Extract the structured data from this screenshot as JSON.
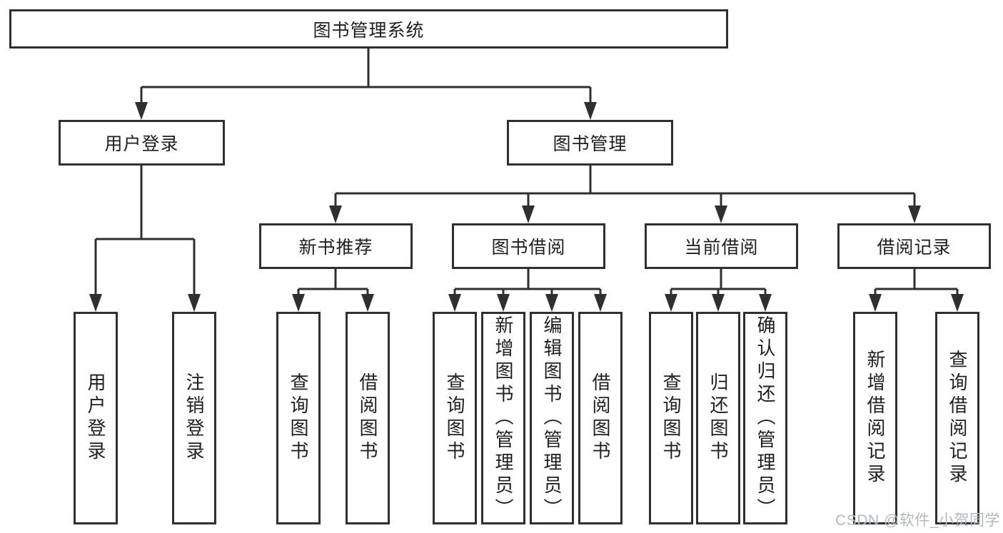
{
  "nodes": {
    "root": "图书管理系统",
    "level2": {
      "user_login": "用户登录",
      "book_management": "图书管理"
    },
    "level3": {
      "new_book_recommend": "新书推荐",
      "book_borrow": "图书借阅",
      "current_borrow": "当前借阅",
      "borrow_records": "借阅记录"
    },
    "leaves": {
      "user_login_children": [
        "用户登录",
        "注销登录"
      ],
      "new_book_recommend_children": [
        "查询图书",
        "借阅图书"
      ],
      "book_borrow_children": [
        "查询图书",
        "新增图书（管理员）",
        "编辑图书（管理员）",
        "借阅图书"
      ],
      "current_borrow_children": [
        "查询图书",
        "归还图书",
        "确认归还（管理员）"
      ],
      "borrow_records_children": [
        "新增借阅记录",
        "查询借阅记录"
      ]
    }
  },
  "watermark": "CSDN @软件_小贺同学",
  "colors": {
    "line": "#2f2f2f",
    "text": "#1f1f1f",
    "box_fill": "#ffffff",
    "watermark": "#b4b8bb",
    "background": "#ffffff"
  }
}
